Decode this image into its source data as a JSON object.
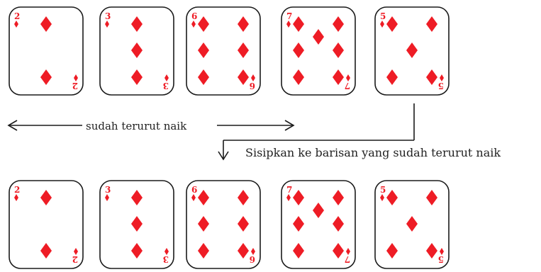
{
  "labels": {
    "sorted": "sudah terurut naik",
    "insert": "Sisipkan ke barisan yang sudah terurut naik"
  },
  "colors": {
    "suit": "#ee1c25",
    "outline": "#1a1a1a",
    "card_fill": "#ffffff",
    "arrow": "#1a1a1a"
  },
  "rows": [
    {
      "name": "before",
      "cards": [
        {
          "rank": "2",
          "suit": "diamond"
        },
        {
          "rank": "3",
          "suit": "diamond"
        },
        {
          "rank": "6",
          "suit": "diamond"
        },
        {
          "rank": "7",
          "suit": "diamond"
        },
        {
          "rank": "5",
          "suit": "diamond"
        }
      ]
    },
    {
      "name": "after",
      "cards": [
        {
          "rank": "2",
          "suit": "diamond"
        },
        {
          "rank": "3",
          "suit": "diamond"
        },
        {
          "rank": "6",
          "suit": "diamond"
        },
        {
          "rank": "7",
          "suit": "diamond"
        },
        {
          "rank": "5",
          "suit": "diamond"
        }
      ]
    }
  ],
  "icons": {
    "sorted_arrow": "double-headed-arrow-icon",
    "insert_arrow": "bent-down-arrow-icon"
  }
}
